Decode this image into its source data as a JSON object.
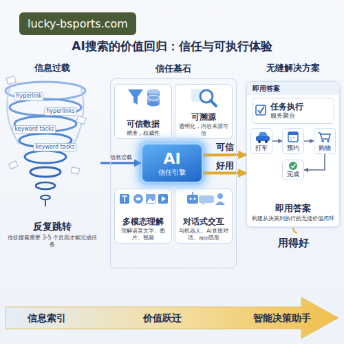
{
  "diagram": {
    "title": "AI搜索的价值回归：信任与可执行体验",
    "nodes": [
      {
        "text": [
          "反复跳转",
          "传统搜索需要 3-5 个页面才能完成任务"
        ]
      },
      {
        "text": [
          "信任基石"
        ]
      },
      {
        "text": [
          "可信数据",
          "精准，权威性"
        ],
        "in": 1
      },
      {
        "text": [
          "可溯源",
          "透明化，内容来源可信"
        ],
        "in": 1
      },
      {
        "text": [
          "AI",
          "信任引擎"
        ],
        "in": 1
      },
      {
        "text": [
          "多模态理解",
          "理解语言文字、图片、视频"
        ],
        "in": 1
      },
      {
        "text": [
          "对话式交互",
          "与机器人、AI直接对话、app隐形"
        ],
        "in": 1
      },
      {
        "text": [
          "即用答案",
          "即用答案",
          "构建从决策到执行的无缝价值闭环"
        ]
      },
      {
        "text": [
          "任务执行",
          "服务聚合"
        ],
        "in": 7
      },
      {
        "text": [
          "打车"
        ],
        "in": 7
      },
      {
        "text": [
          "预约"
        ],
        "in": 7
      },
      {
        "text": [
          "购物"
        ],
        "in": 7
      },
      {
        "text": [
          "完成"
        ],
        "in": 7
      }
    ],
    "edges": [
      {
        "from": 0,
        "to": 4,
        "label": "信息过载",
        "arrow": "to"
      },
      {
        "from": 4,
        "to": 7,
        "label": "可信",
        "arrow": "to"
      },
      {
        "from": 4,
        "to": 7,
        "label": "好用",
        "arrow": "to"
      },
      {
        "from": 9,
        "to": 10,
        "arrow": "to"
      },
      {
        "from": 10,
        "to": 11,
        "arrow": "to"
      },
      {
        "from": 11,
        "to": 12,
        "arrow": "to"
      }
    ],
    "labels": [
      "lucky-bsports.com",
      "信息过载",
      "无缝解决方案",
      "hyperlink",
      "hyperlinks",
      "keyword tacks",
      "keyword tasks",
      "用得好",
      "信息索引",
      "价值跃迁",
      "智能决策助手"
    ]
  }
}
